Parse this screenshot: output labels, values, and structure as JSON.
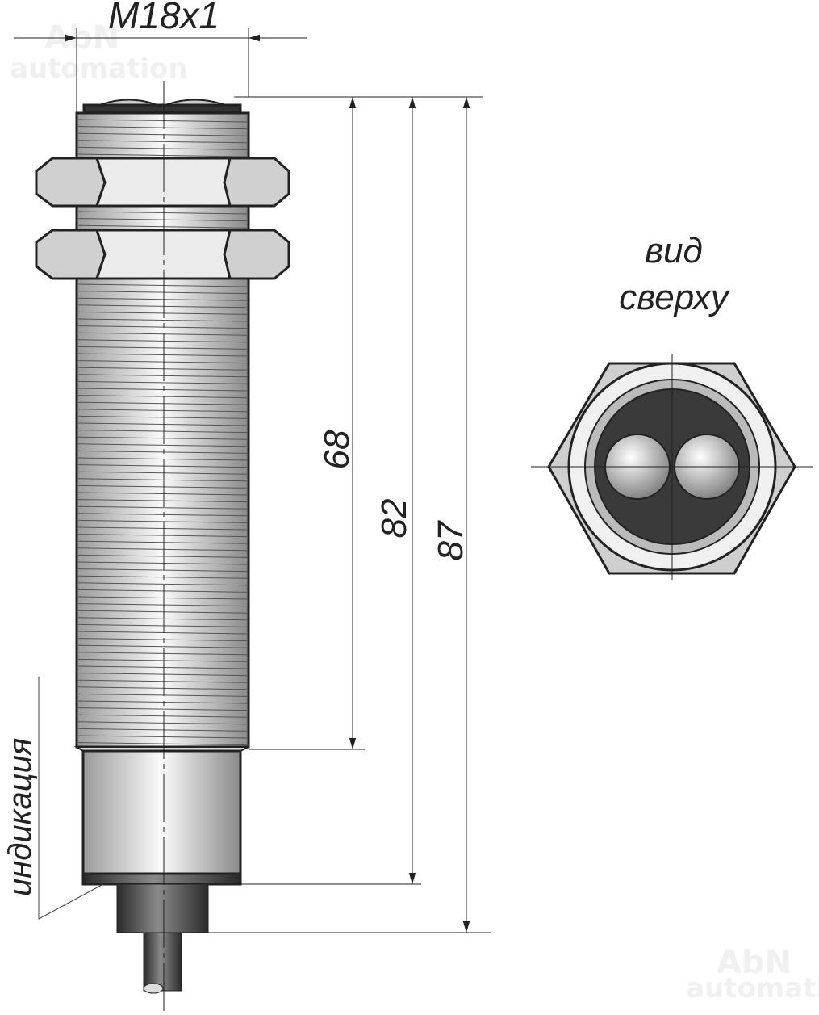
{
  "thread_label": "M18x1",
  "dimensions": {
    "d68": "68",
    "d82": "82",
    "d87": "87"
  },
  "top_view": {
    "line1": "вид",
    "line2": "сверху"
  },
  "indication_label": "индикация",
  "watermark": {
    "brand": "AbN",
    "sub": "automation"
  },
  "colors": {
    "outline": "#222222",
    "nut": "#cfcfcf",
    "sensor_face": "#3a3a3a"
  }
}
